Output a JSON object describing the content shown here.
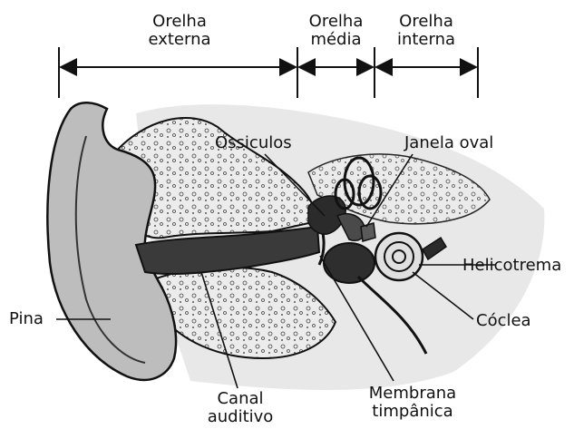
{
  "regions": [
    {
      "line1": "Orelha",
      "line2": "externa"
    },
    {
      "line1": "Orelha",
      "line2": "média"
    },
    {
      "line1": "Orelha",
      "line2": "interna"
    }
  ],
  "labels": {
    "ossiculos": "Ossiculos",
    "janela_oval": "Janela oval",
    "helicotrema": "Helicotrema",
    "coclea": "Cóclea",
    "pina": "Pina",
    "canal_line1": "Canal",
    "canal_line2": "auditivo",
    "membrana_line1": "Membrana",
    "membrana_line2": "timpânica"
  },
  "colors": {
    "ink": "#111111",
    "shade": "#cfcfcf",
    "bone": "#e9e9e9"
  }
}
